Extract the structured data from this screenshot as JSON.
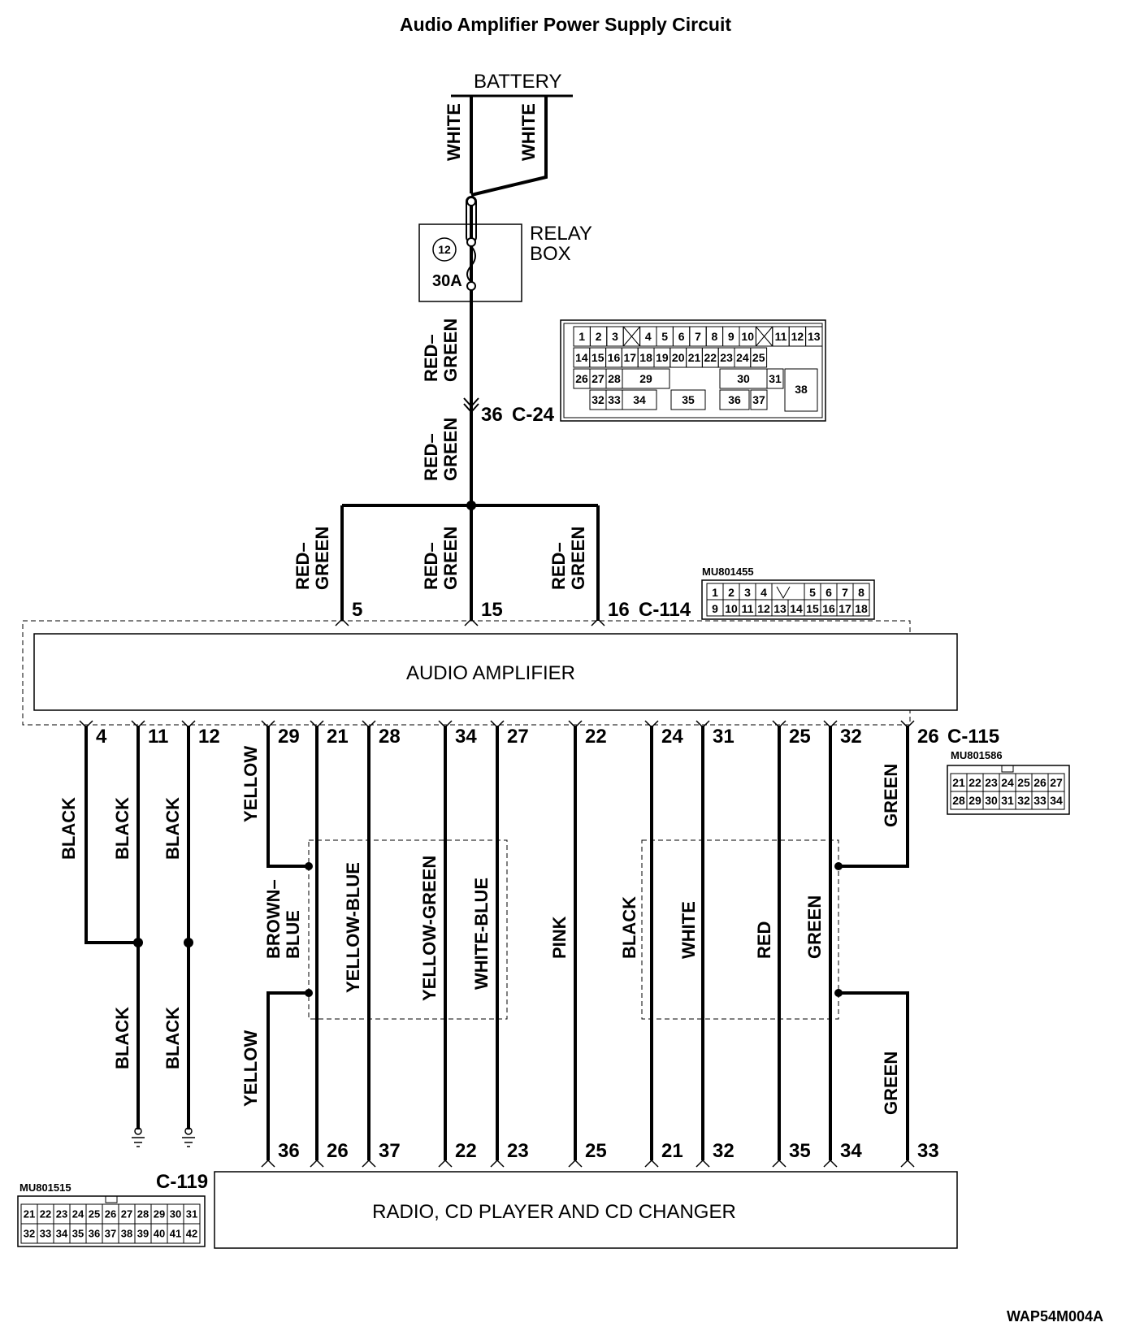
{
  "title": "Audio Amplifier Power Supply Circuit",
  "battery": "BATTERY",
  "relay_box": {
    "label_line1": "RELAY",
    "label_line2": "BOX",
    "fuse_number": "12",
    "fuse_rating": "30A"
  },
  "connectors": {
    "c24": {
      "name": "C-24",
      "pin": "36"
    },
    "c114": {
      "name": "C-114",
      "part": "MU801455",
      "pins": [
        "5",
        "15",
        "16"
      ]
    },
    "c115": {
      "name": "C-115",
      "part": "MU801586"
    },
    "c119": {
      "name": "C-119",
      "part": "MU801515"
    }
  },
  "components": {
    "amplifier": "AUDIO AMPLIFIER",
    "radio": "RADIO, CD PLAYER AND CD CHANGER"
  },
  "wire_colors": {
    "white": "WHITE",
    "red_green": "RED–\nGREEN",
    "black": "BLACK",
    "yellow": "YELLOW",
    "brown_blue": "BROWN–\nBLUE",
    "yellow_blue": "YELLOW-BLUE",
    "yellow_green": "YELLOW-GREEN",
    "white_blue": "WHITE-BLUE",
    "pink": "PINK",
    "white_plain": "WHITE",
    "red": "RED",
    "green": "GREEN"
  },
  "amp_bottom_pins": [
    "4",
    "11",
    "12",
    "29",
    "21",
    "28",
    "34",
    "27",
    "22",
    "24",
    "31",
    "25",
    "32",
    "26"
  ],
  "radio_pins": [
    "36",
    "26",
    "37",
    "22",
    "23",
    "25",
    "21",
    "32",
    "35",
    "34",
    "33"
  ],
  "c24_grid": {
    "row1": [
      "1",
      "2",
      "3",
      "",
      "4",
      "5",
      "6",
      "7",
      "8",
      "9",
      "10",
      "",
      "11",
      "12",
      "13"
    ],
    "row2": [
      "14",
      "15",
      "16",
      "17",
      "18",
      "19",
      "20",
      "21",
      "22",
      "23",
      "24",
      "25"
    ],
    "row3": [
      "26",
      "27",
      "28",
      "29",
      "30",
      "31",
      "38"
    ],
    "row4": [
      "32",
      "33",
      "34",
      "35",
      "36",
      "37"
    ]
  },
  "c114_grid": {
    "row1": [
      "1",
      "2",
      "3",
      "4",
      "",
      "5",
      "6",
      "7",
      "8"
    ],
    "row2": [
      "9",
      "10",
      "11",
      "12",
      "13",
      "14",
      "15",
      "16",
      "17",
      "18"
    ]
  },
  "c115_grid": {
    "row1": [
      "21",
      "22",
      "23",
      "24",
      "25",
      "26",
      "27"
    ],
    "row2": [
      "28",
      "29",
      "30",
      "31",
      "32",
      "33",
      "34"
    ]
  },
  "c119_grid": {
    "row1": [
      "21",
      "22",
      "23",
      "24",
      "25",
      "26",
      "27",
      "28",
      "29",
      "30",
      "31"
    ],
    "row2": [
      "32",
      "33",
      "34",
      "35",
      "36",
      "37",
      "38",
      "39",
      "40",
      "41",
      "42"
    ]
  },
  "figure_code": "WAP54M004A"
}
